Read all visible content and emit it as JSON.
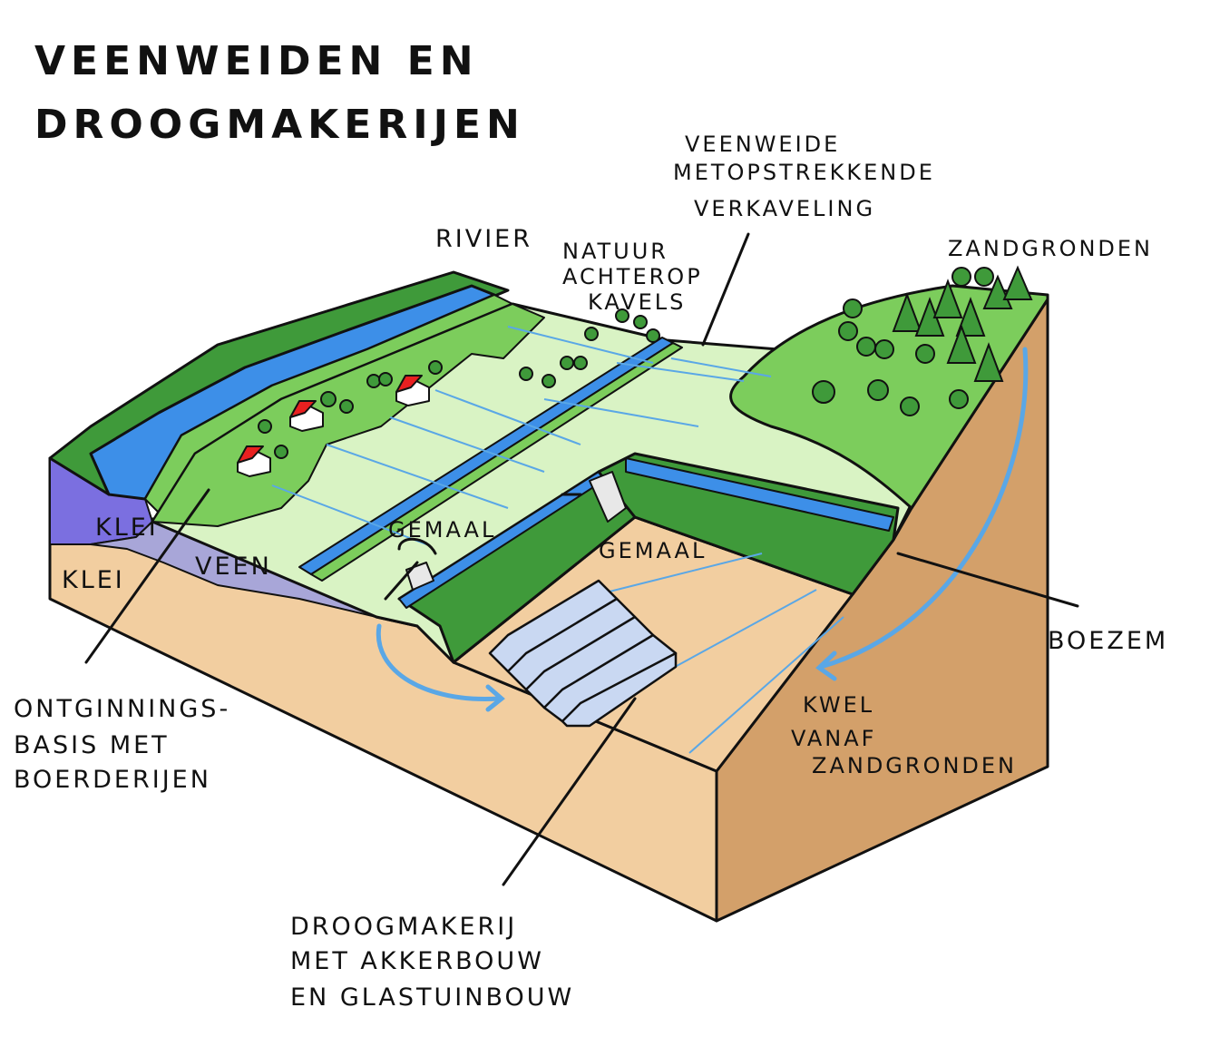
{
  "title_lines": [
    "VEENWEIDEN EN",
    "DROOGMAKERIJEN"
  ],
  "labels": {
    "rivier": "RIVIER",
    "natuur": [
      "NATUUR",
      "ACHTEROP",
      "KAVELS"
    ],
    "veenweide": [
      "VEENWEIDE",
      "METOPSTREKKENDE",
      "VERKAVELING"
    ],
    "zandgronden": "ZANDGRONDEN",
    "klei_top": "KLEI",
    "klei_bottom": "KLEI",
    "veen": "VEEN",
    "gemaal_left": "GEMAAL",
    "gemaal_right": "GEMAAL",
    "boezem": "BOEZEM",
    "kwel": [
      "KWEL",
      "VANAF",
      "ZANDGRONDEN"
    ],
    "ontginning": [
      "ONTGINNINGS-",
      "BASIS MET",
      "BOERDERIJEN"
    ],
    "droogmakerij": [
      "DROOGMAKERIJ",
      "MET AKKERBOUW",
      "EN GLASTUINBOUW"
    ]
  },
  "colors": {
    "water": "#3d8fe8",
    "dark_green": "#3f9a3a",
    "grass": "#7ccd5c",
    "pale_green": "#d9f3c4",
    "sand": "#f2cea0",
    "sand_side": "#d3a06a",
    "clay": "#7b6fe0",
    "peat": "#a8a6d8",
    "roof": "#e82020",
    "seepage_arrow": "#5aa7e6"
  }
}
